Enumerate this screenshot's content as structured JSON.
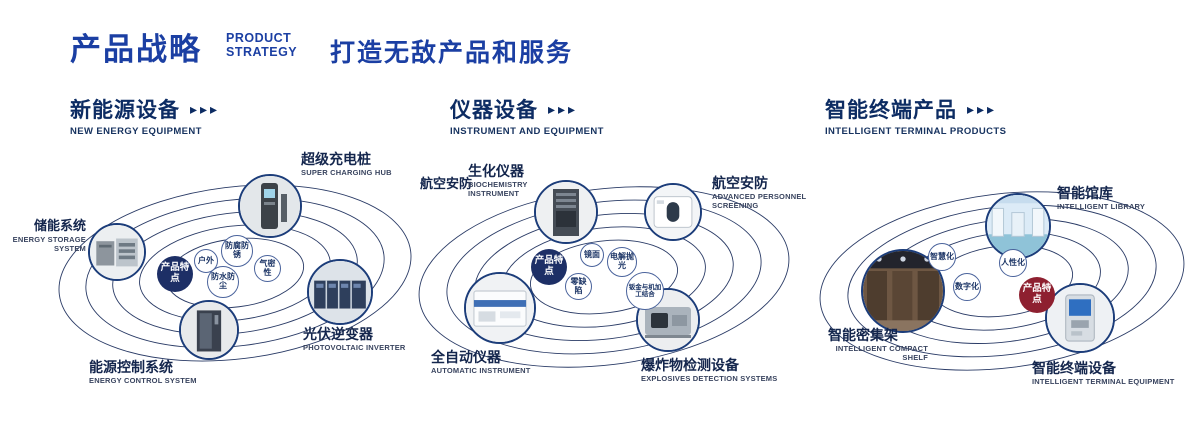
{
  "header": {
    "title": "产品战略",
    "subtitle": "PRODUCT\nSTRATEGY",
    "tagline": "打造无敌产品和服务"
  },
  "sections": [
    {
      "title": "新能源设备",
      "arrows": "▸▸▸",
      "subtitle": "NEW ENERGY EQUIPMENT",
      "feature_badge": "产品特点",
      "features": [
        "户外",
        "防腐防锈",
        "气密性",
        "防水防尘"
      ],
      "products": [
        {
          "name": "储能系统",
          "en": "ENERGY STORAGE\nSYSTEM",
          "image": "energy-storage-cabinets"
        },
        {
          "name": "超级充电桩",
          "en": "SUPER CHARGING HUB",
          "image": "charging-pile"
        },
        {
          "name": "光伏逆变器",
          "en": "PHOTOVOLTAIC INVERTER",
          "image": "inverter-cabinets"
        },
        {
          "name": "能源控制系统",
          "en": "ENERGY CONTROL SYSTEM",
          "image": "control-cabinet"
        }
      ]
    },
    {
      "title": "仪器设备",
      "arrows": "▸▸▸",
      "subtitle": "INSTRUMENT AND EQUIPMENT",
      "feature_badge": "产品特点",
      "side_label": "航空安防",
      "features": [
        "镜面",
        "电解抛光",
        "零缺陷",
        "钣金与机加工结合"
      ],
      "products": [
        {
          "name": "生化仪器",
          "en": "BIOCHEMISTRY\nINSTRUMENT",
          "image": "biochemistry-rack"
        },
        {
          "name": "航空安防",
          "en": "ADVANCED PERSONNEL\nSCREENING",
          "image": "personnel-screening-machine"
        },
        {
          "name": "全自动仪器",
          "en": "AUTOMATIC INSTRUMENT",
          "image": "automatic-analyzer"
        },
        {
          "name": "爆炸物检测设备",
          "en": "EXPLOSIVES DETECTION SYSTEMS",
          "image": "explosives-scanner"
        }
      ]
    },
    {
      "title": "智能终端产品",
      "arrows": "▸▸▸",
      "subtitle": "INTELLIGENT TERMINAL PRODUCTS",
      "feature_badge": "产品特点",
      "features": [
        "智慧化",
        "人性化",
        "数字化"
      ],
      "products": [
        {
          "name": "智能馆库",
          "en": "INTELLIGENT LIBRARY",
          "image": "library-interior"
        },
        {
          "name": "智能密集架",
          "en": "INTELLIGENT COMPACT\nSHELF",
          "image": "compact-shelf-interior"
        },
        {
          "name": "智能终端设备",
          "en": "INTELLIGENT TERMINAL EQUIPMENT",
          "image": "terminal-kiosk"
        }
      ]
    }
  ],
  "colors": {
    "primary_blue": "#1B3FA3",
    "navy": "#0D2C63",
    "badge_navy": "#1D2F66",
    "badge_red": "#8E2030",
    "orbit": "#2A3B66"
  }
}
